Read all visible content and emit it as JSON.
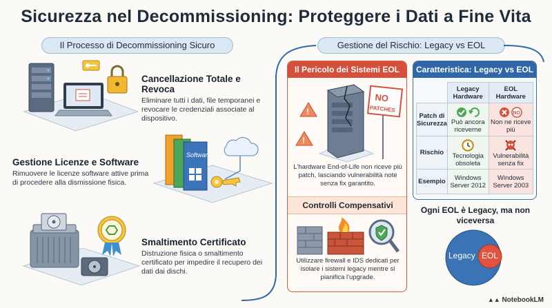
{
  "title": "Sicurezza nel Decommissioning: Proteggere i Dati a Fine Vita",
  "left_section": {
    "heading": "Il Processo di Decommissioning Sicuro",
    "steps": [
      {
        "title": "Cancellazione Totale e Revoca",
        "desc": "Eliminare tutti i dati, file temporanei e revocare le credenziali associate al dispositivo."
      },
      {
        "title": "Gestione Licenze e Software",
        "desc": "Rimuovere le licenze software attive prima di procedere alla dismissione fisica."
      },
      {
        "title": "Smaltimento Certificato",
        "desc": "Distruzione fisica o smaltimento certificato per impedire il recupero dei dati dai dischi."
      }
    ],
    "software_box_label": "Software"
  },
  "right_section": {
    "heading": "Gestione del Rischio: Legacy vs EOL",
    "eol_panel": {
      "title": "Il Pericolo dei Sistemi EOL",
      "sign_text": [
        "NO",
        "PATCHES"
      ],
      "desc": "L'hardware End-of-Life non riceve più patch, lasciando vulnerabilità note senza fix garantito.",
      "sub_title": "Controlli Compensativi",
      "sub_desc": "Utilizzare firewall e IDS dedicati per isolare i sistemi legacy mentre si pianifica l'upgrade."
    },
    "table_panel": {
      "title": "Caratteristica: Legacy vs EOL",
      "col_legacy": "Legacy Hardware",
      "col_eol": "EOL Hardware",
      "rows": [
        {
          "label": "Patch di Sicurezza",
          "legacy": "Può ancora riceverne",
          "eol": "Non ne riceve più",
          "legacy_icon": "refresh-check-icon",
          "eol_icon": "no-icon"
        },
        {
          "label": "Rischio",
          "legacy": "Tecnologia obsoleta",
          "eol": "Vulnerabilità senza fix",
          "legacy_icon": "clock-icon",
          "eol_icon": "skull-icon"
        },
        {
          "label": "Esempio",
          "legacy": "Windows Server 2012",
          "eol": "Windows Server 2003"
        }
      ]
    },
    "venn": {
      "caption": "Ogni EOL è Legacy, ma non viceversa",
      "outer_label": "Legacy",
      "inner_label": "EOL"
    }
  },
  "brand": "NotebookLM",
  "colors": {
    "red_accent": "#d4503c",
    "blue_accent": "#2f67a8",
    "legacy_circle": "#3a74b4",
    "eol_circle": "#e0533e"
  }
}
